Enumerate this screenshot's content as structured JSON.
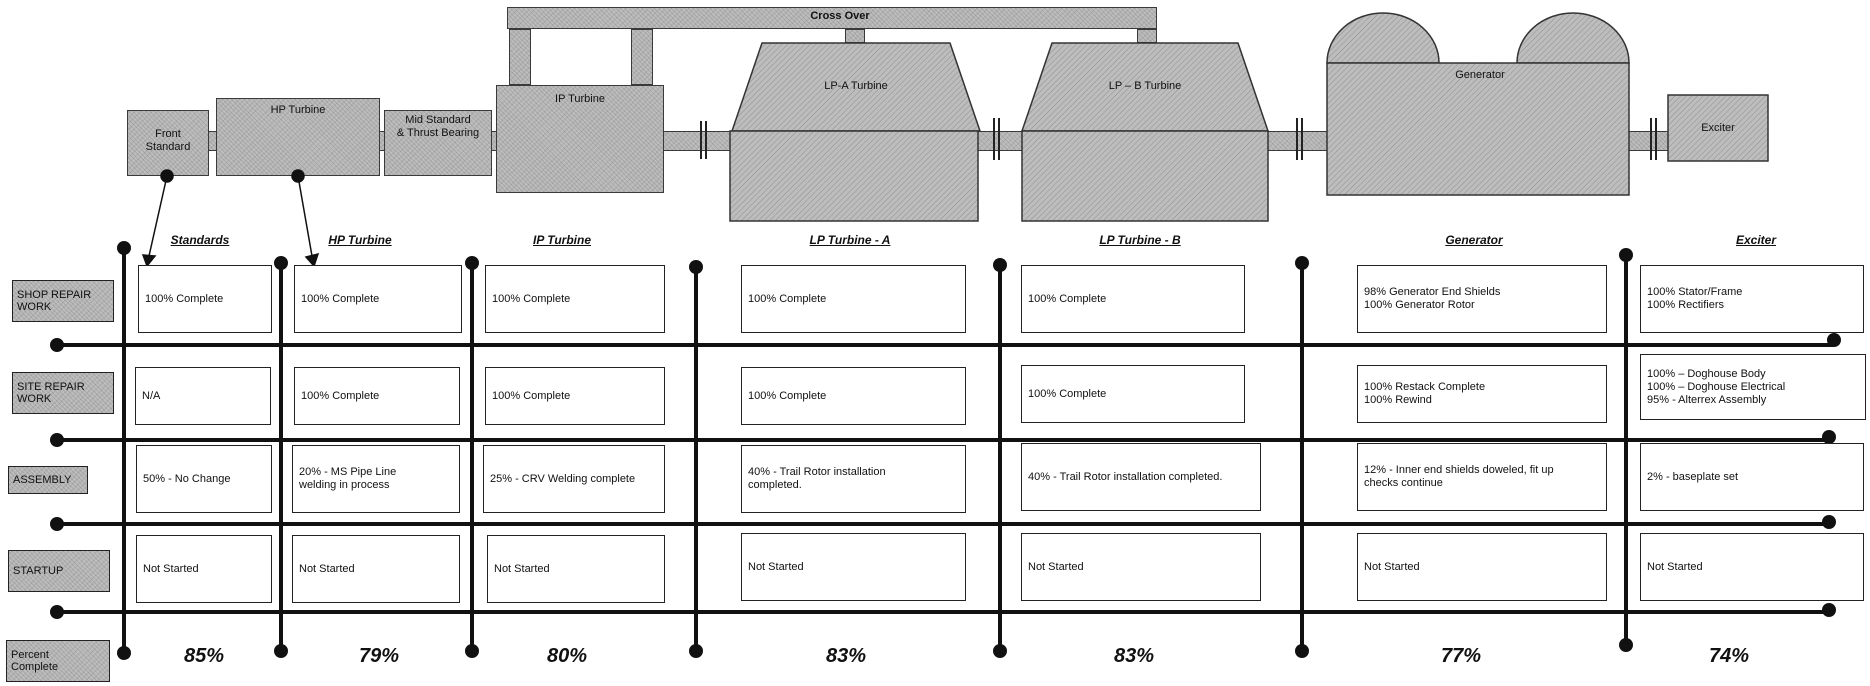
{
  "diagram": {
    "crossover_label": "Cross Over",
    "machines": {
      "front_standard": "Front\nStandard",
      "hp_turbine": "HP Turbine",
      "mid_standard": "Mid Standard\n& Thrust Bearing",
      "ip_turbine": "IP Turbine",
      "lpa_turbine": "LP-A Turbine",
      "lpb_turbine": "LP – B Turbine",
      "generator": "Generator",
      "exciter": "Exciter"
    }
  },
  "columns": [
    "Standards",
    "HP Turbine",
    "IP Turbine",
    "LP Turbine - A",
    "LP Turbine - B",
    "Generator",
    "Exciter"
  ],
  "row_labels": {
    "shop": "SHOP REPAIR\nWORK",
    "site": "SITE REPAIR\nWORK",
    "assembly": "ASSEMBLY",
    "startup": "STARTUP",
    "percent": "Percent\nComplete"
  },
  "rows": {
    "shop": [
      "100% Complete",
      "100% Complete",
      "100% Complete",
      "100% Complete",
      "100% Complete",
      "98% Generator End Shields\n100% Generator Rotor",
      "100% Stator/Frame\n100% Rectifiers"
    ],
    "site": [
      "N/A",
      "100% Complete",
      "100% Complete",
      "100% Complete",
      "100% Complete",
      "100% Restack Complete\n100% Rewind",
      "100% – Doghouse Body\n100% – Doghouse Electrical\n95% - Alterrex Assembly"
    ],
    "assembly": [
      "50% - No Change",
      "20% - MS Pipe Line\nwelding in process",
      "25% - CRV Welding complete",
      "40% - Trail Rotor installation\ncompleted.",
      "40% - Trail Rotor installation completed.",
      "12% - Inner end shields doweled, fit up\nchecks continue",
      "2% - baseplate set"
    ],
    "startup": [
      "Not Started",
      "Not Started",
      "Not Started",
      "Not Started",
      "Not Started",
      "Not Started",
      "Not Started"
    ]
  },
  "percent_complete": [
    "85%",
    "79%",
    "80%",
    "83%",
    "83%",
    "77%",
    "74%"
  ]
}
